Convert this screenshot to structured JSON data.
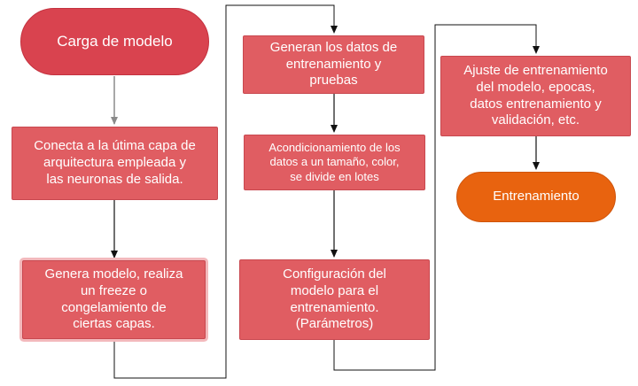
{
  "nodes": {
    "carga": "Carga de  modelo",
    "conecta": "Conecta a la útima capa de\narquitectura empleada  y\nlas neuronas de salida.",
    "genera_modelo": "Genera modelo, realiza\nun freeze o\ncongelamiento de\nciertas capas.",
    "generan_datos": "Generan los datos  de\nentrenamiento  y\npruebas",
    "acondicionamiento": "Acondicionamiento de  los\ndatos  a un tamaño, color,\nse divide en lotes",
    "configuracion": "Configuración del\nmodelo para el\nentrenamiento.\n(Parámetros)",
    "ajuste": "Ajuste de entrenamiento\ndel modelo, epocas,\ndatos entrenamiento y\nvalidación, etc.",
    "entrenamiento": "Entrenamiento"
  },
  "colors": {
    "box": "#e05d62",
    "start_pill": "#d9434f",
    "end_pill": "#e8630f",
    "arrow_gray": "#8a8a8a",
    "arrow_black": "#111111"
  }
}
